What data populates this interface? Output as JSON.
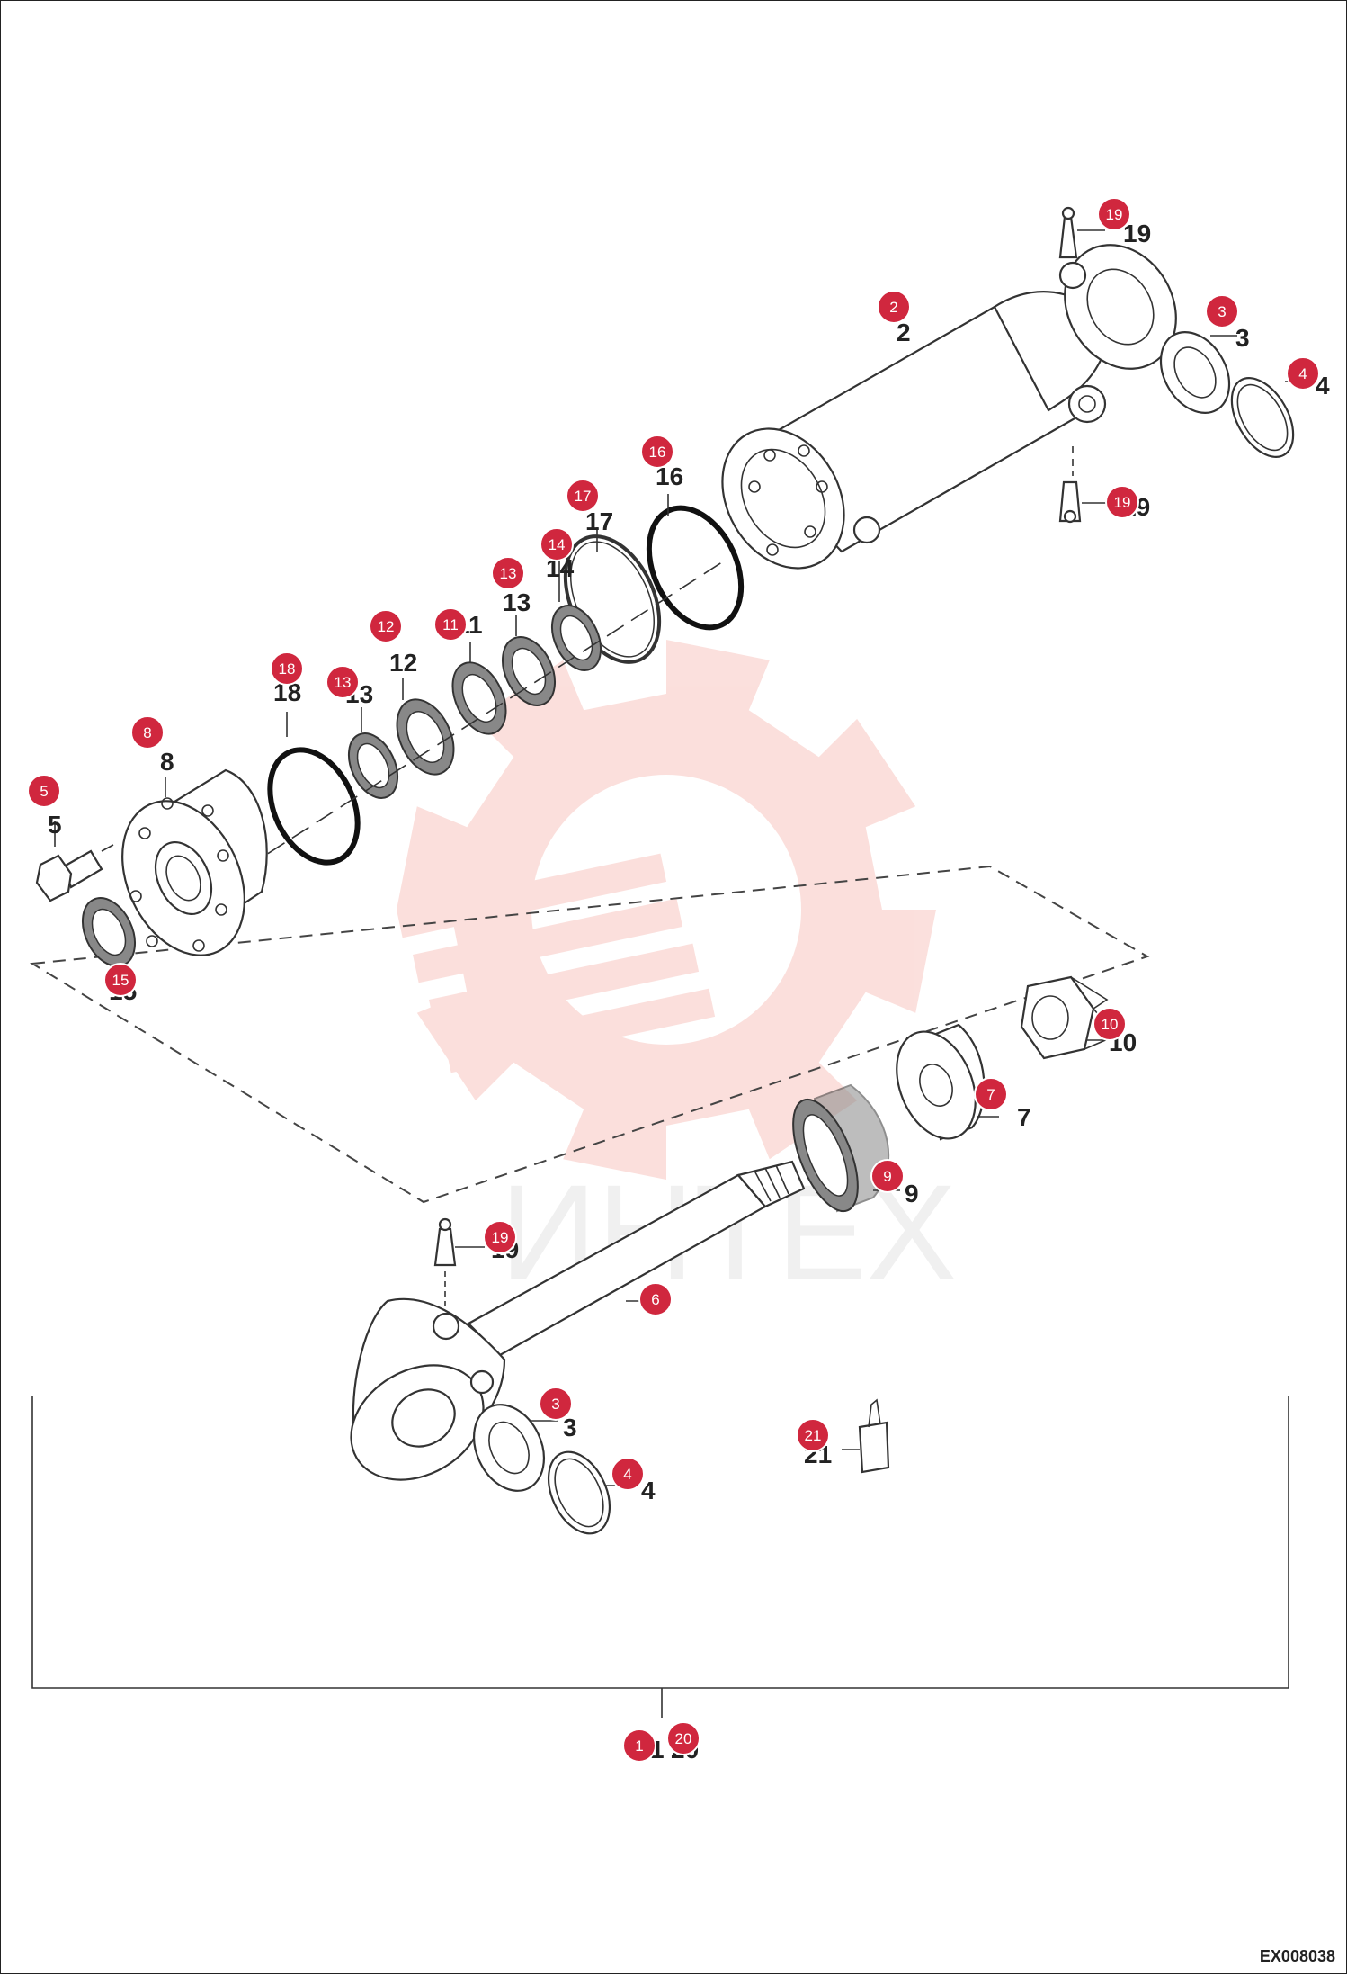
{
  "drawing_code": "EX008038",
  "watermark": {
    "text": "ИНТЕХ",
    "gear_color": "#e8402a",
    "text_color": "#999999"
  },
  "badge_color": "#d0273e",
  "callouts": [
    {
      "id": "c19a",
      "part": "19",
      "label": "19"
    },
    {
      "id": "c2",
      "part": "2",
      "label": "2"
    },
    {
      "id": "c3a",
      "part": "3",
      "label": "3"
    },
    {
      "id": "c4a",
      "part": "4",
      "label": "4"
    },
    {
      "id": "c19b",
      "part": "19",
      "label": "19"
    },
    {
      "id": "c16",
      "part": "16",
      "label": "16"
    },
    {
      "id": "c17",
      "part": "17",
      "label": "17"
    },
    {
      "id": "c14",
      "part": "14",
      "label": "14"
    },
    {
      "id": "c13a",
      "part": "13",
      "label": "13"
    },
    {
      "id": "c11",
      "part": "11",
      "label": "11"
    },
    {
      "id": "c12",
      "part": "12",
      "label": "12"
    },
    {
      "id": "c18",
      "part": "18",
      "label": "18"
    },
    {
      "id": "c13b",
      "part": "13",
      "label": "13"
    },
    {
      "id": "c8",
      "part": "8",
      "label": "8"
    },
    {
      "id": "c5",
      "part": "5",
      "label": "5"
    },
    {
      "id": "c15",
      "part": "15",
      "label": "15"
    },
    {
      "id": "c10",
      "part": "10",
      "label": "10"
    },
    {
      "id": "c7",
      "part": "7",
      "label": "7"
    },
    {
      "id": "c9",
      "part": "9",
      "label": "9"
    },
    {
      "id": "c19c",
      "part": "19",
      "label": "19"
    },
    {
      "id": "c6",
      "part": "6",
      "label": "6"
    },
    {
      "id": "c3b",
      "part": "3",
      "label": "3"
    },
    {
      "id": "c4b",
      "part": "4",
      "label": "4"
    },
    {
      "id": "c21",
      "part": "21",
      "label": "21"
    },
    {
      "id": "c1",
      "part": "1",
      "label": "1"
    },
    {
      "id": "c20",
      "part": "20",
      "label": "20"
    }
  ]
}
